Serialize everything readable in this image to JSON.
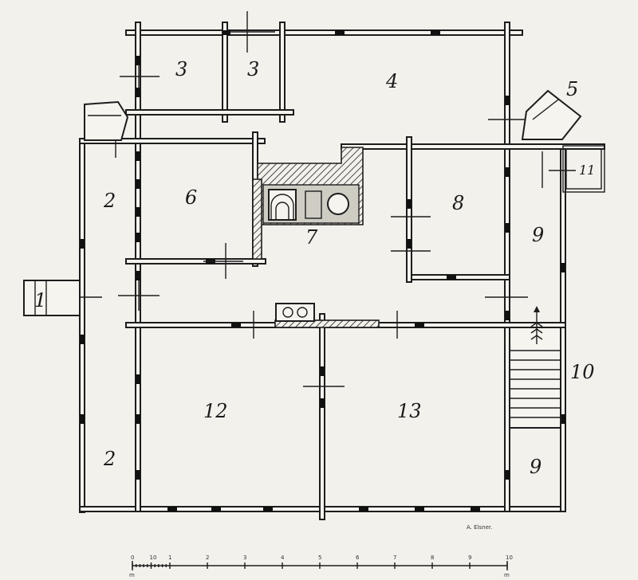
{
  "rooms": [
    {
      "label": "1"
    },
    {
      "label": "2"
    },
    {
      "label": "2"
    },
    {
      "label": "3"
    },
    {
      "label": "3"
    },
    {
      "label": "4"
    },
    {
      "label": "5"
    },
    {
      "label": "6"
    },
    {
      "label": "7"
    },
    {
      "label": "8"
    },
    {
      "label": "9"
    },
    {
      "label": "9"
    },
    {
      "label": "10"
    },
    {
      "label": "11"
    },
    {
      "label": "12"
    },
    {
      "label": "13"
    }
  ],
  "signature": "A. Elsner.",
  "scale": {
    "ticks": [
      "0",
      "10",
      "1",
      "2",
      "3",
      "4",
      "5",
      "6",
      "7",
      "8",
      "9",
      "10"
    ],
    "unit_left": "m",
    "unit_right": "m"
  }
}
